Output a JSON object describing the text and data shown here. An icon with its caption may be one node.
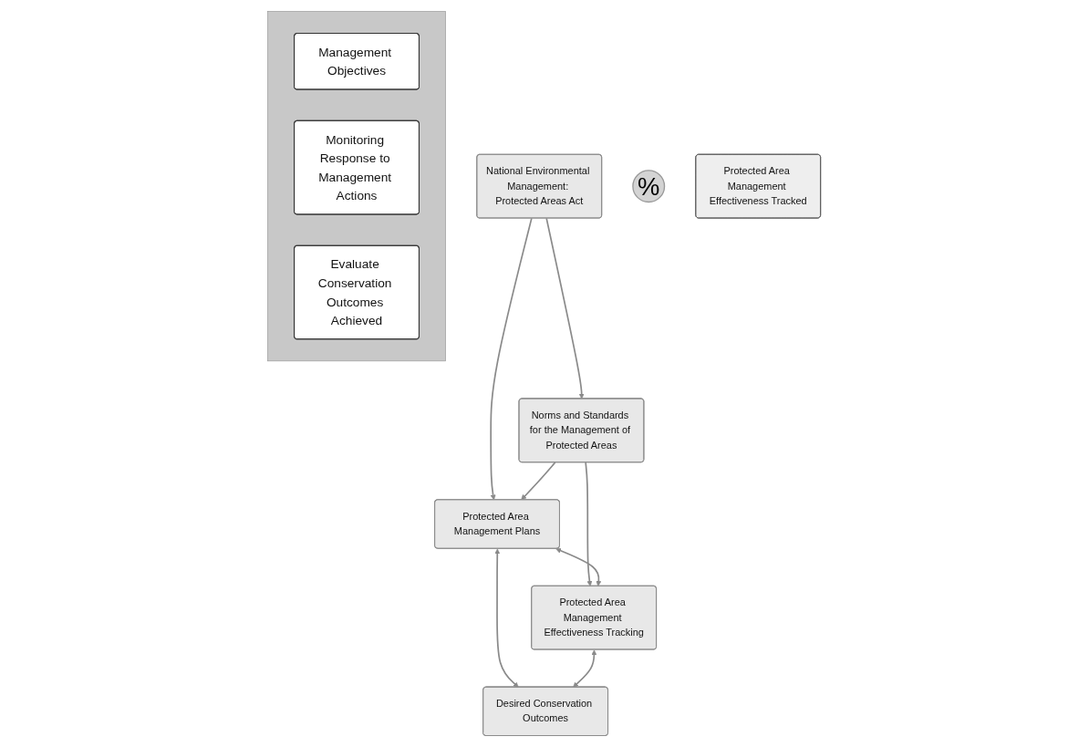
{
  "diagram": {
    "nodes": [
      {
        "text": [
          "National Environmental Management: Protected Areas Act"
        ]
      },
      {
        "text": [
          "Norms and Standards for the Management of Protected Areas"
        ]
      },
      {
        "text": [
          "Protected Area Management Plans"
        ]
      },
      {
        "text": [
          "Protected Area Management Effectiveness Tracking"
        ]
      },
      {
        "text": [
          "Desired Conservation Outcomes"
        ]
      },
      {
        "text": [],
        "shape": "arrow"
      },
      {
        "text": [
          "Management Objectives"
        ],
        "in": 5
      },
      {
        "text": [
          "Monitoring Response to Management Actions"
        ],
        "in": 5
      },
      {
        "text": [
          "Evaluate Conservation Outcomes Achieved"
        ],
        "in": 5
      },
      {
        "text": [
          "%"
        ]
      },
      {
        "text": [
          "Protected Area Management Effectiveness Tracked"
        ]
      }
    ],
    "edges": [
      {
        "from": 0,
        "to": 1,
        "arrow": "to"
      },
      {
        "from": 0,
        "to": 2,
        "arrow": "to"
      },
      {
        "from": 1,
        "to": 2,
        "arrow": "to"
      },
      {
        "from": 1,
        "to": 3,
        "arrow": "to"
      },
      {
        "from": 2,
        "to": 3,
        "arrow": "both"
      },
      {
        "from": 2,
        "to": 4,
        "arrow": "both"
      },
      {
        "from": 3,
        "to": 4,
        "arrow": "both"
      }
    ]
  }
}
